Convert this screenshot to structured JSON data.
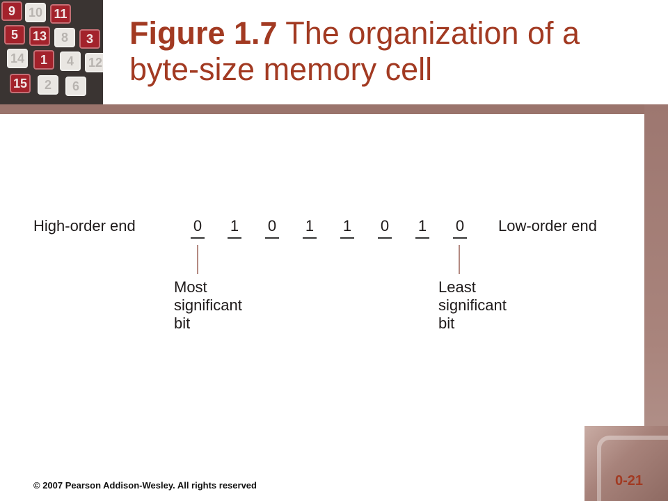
{
  "slide": {
    "title_bold": "Figure 1.7",
    "title_rest": "The organization of a byte-size memory cell",
    "footer": "© 2007 Pearson Addison-Wesley. All rights reserved",
    "page_number": "0-21"
  },
  "puzzle_tiles": [
    "9",
    "10",
    "11",
    "5",
    "13",
    "8",
    "3",
    "14",
    "1",
    "4",
    "12",
    "15",
    "2",
    "6"
  ],
  "diagram": {
    "left_label": "High-order end",
    "right_label": "Low-order end",
    "bits": [
      "0",
      "1",
      "0",
      "1",
      "1",
      "0",
      "1",
      "0"
    ],
    "msb_label": [
      "Most",
      "significant",
      "bit"
    ],
    "lsb_label": [
      "Least",
      "significant",
      "bit"
    ]
  },
  "colors": {
    "title": "#a23a22",
    "band": "#9a746c",
    "pointer": "#b48a82"
  }
}
